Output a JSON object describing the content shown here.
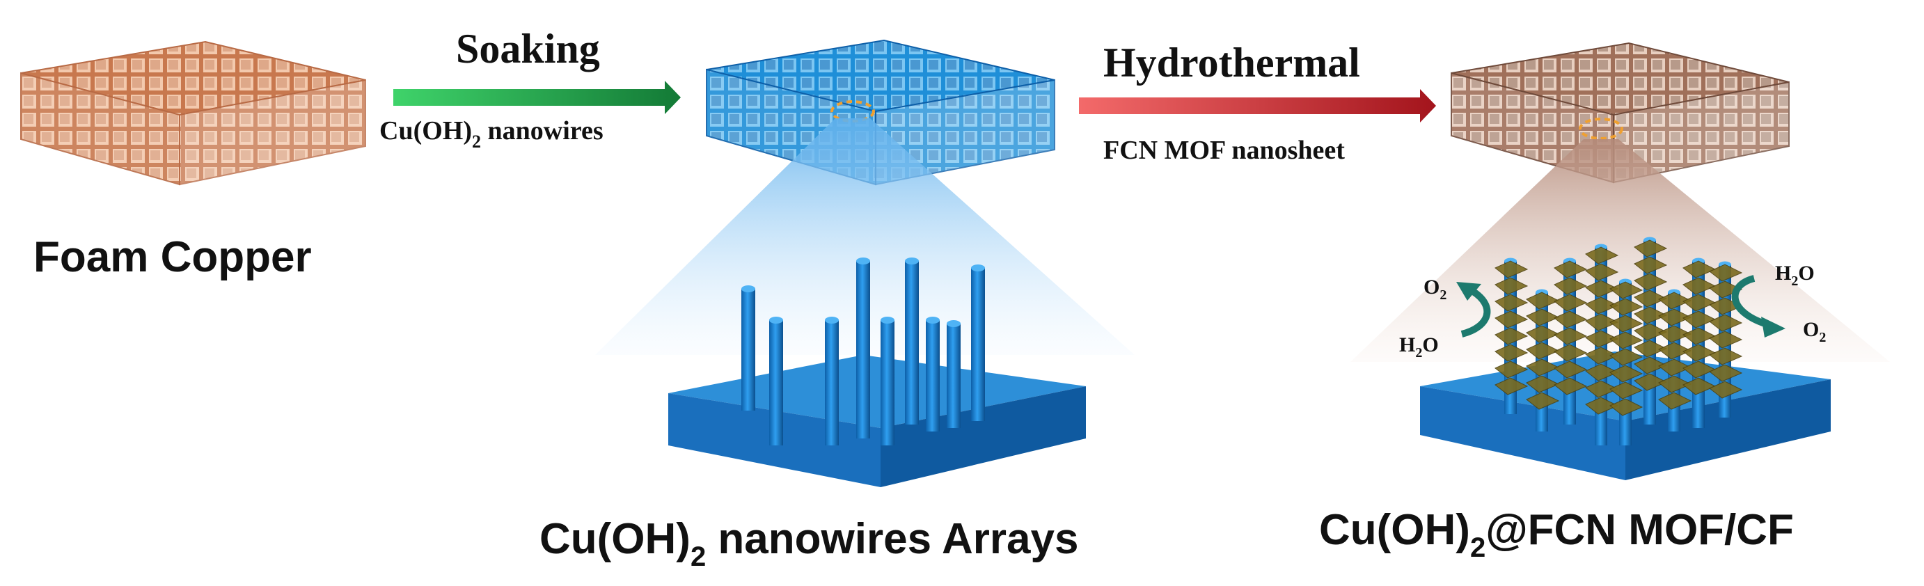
{
  "steps": {
    "soaking": {
      "label": "Soaking",
      "sub_main": "Cu(OH)",
      "sub_script": "2",
      "sub_rest": " nanowires"
    },
    "hydrothermal": {
      "label": "Hydrothermal",
      "sub": "FCN MOF nanosheet"
    }
  },
  "captions": {
    "foam": "Foam Copper",
    "arrays_main": "Cu(OH)",
    "arrays_script": "2",
    "arrays_rest": " nanowires Arrays",
    "final_main": "Cu(OH)",
    "final_script": "2",
    "final_rest": "@FCN MOF/CF"
  },
  "reaction": {
    "o2_main": "O",
    "o2_script": "2",
    "h2o_h": "H",
    "h2o_script": "2",
    "h2o_o": "O"
  },
  "colors": {
    "copper": "#d9926a",
    "copper_dark": "#b86a45",
    "blue": "#1f8fd8",
    "blue_dark": "#0d5fa8",
    "soaking_arrow": "#1e9e4a",
    "hydro_arrow": "#c8242b",
    "mof": "#7a6a1e",
    "reaction_arrow": "#1d7a6e"
  }
}
